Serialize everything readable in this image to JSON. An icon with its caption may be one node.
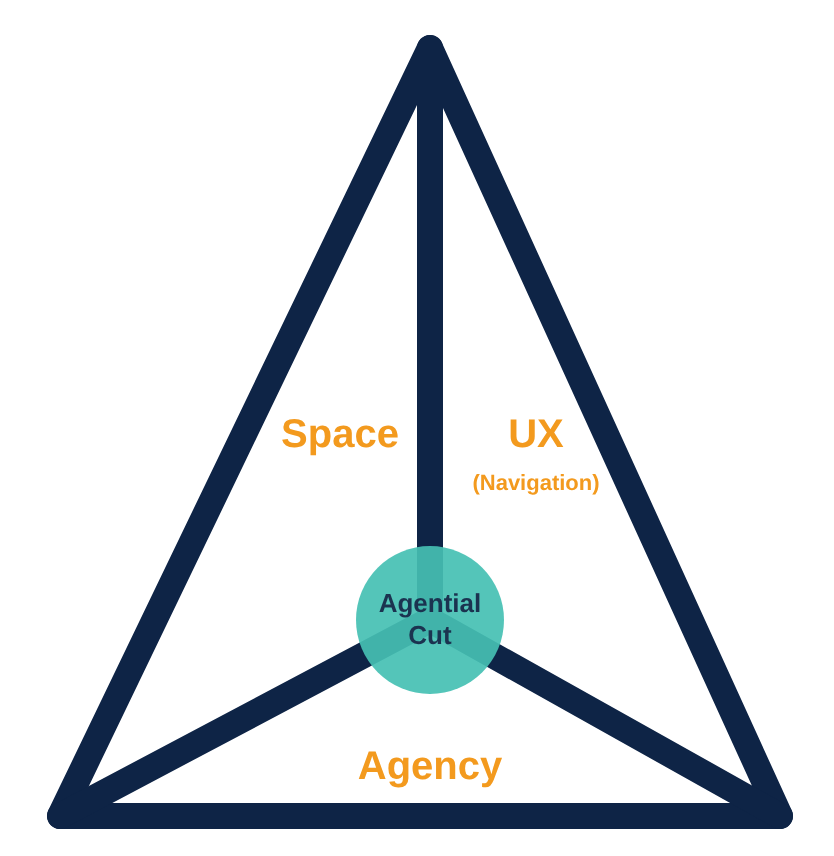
{
  "diagram": {
    "nodes": [
      {
        "text": [
          "Agential Cut"
        ]
      }
    ],
    "labels": [
      "Space",
      "UX",
      "(Navigation)",
      "Agency"
    ]
  }
}
